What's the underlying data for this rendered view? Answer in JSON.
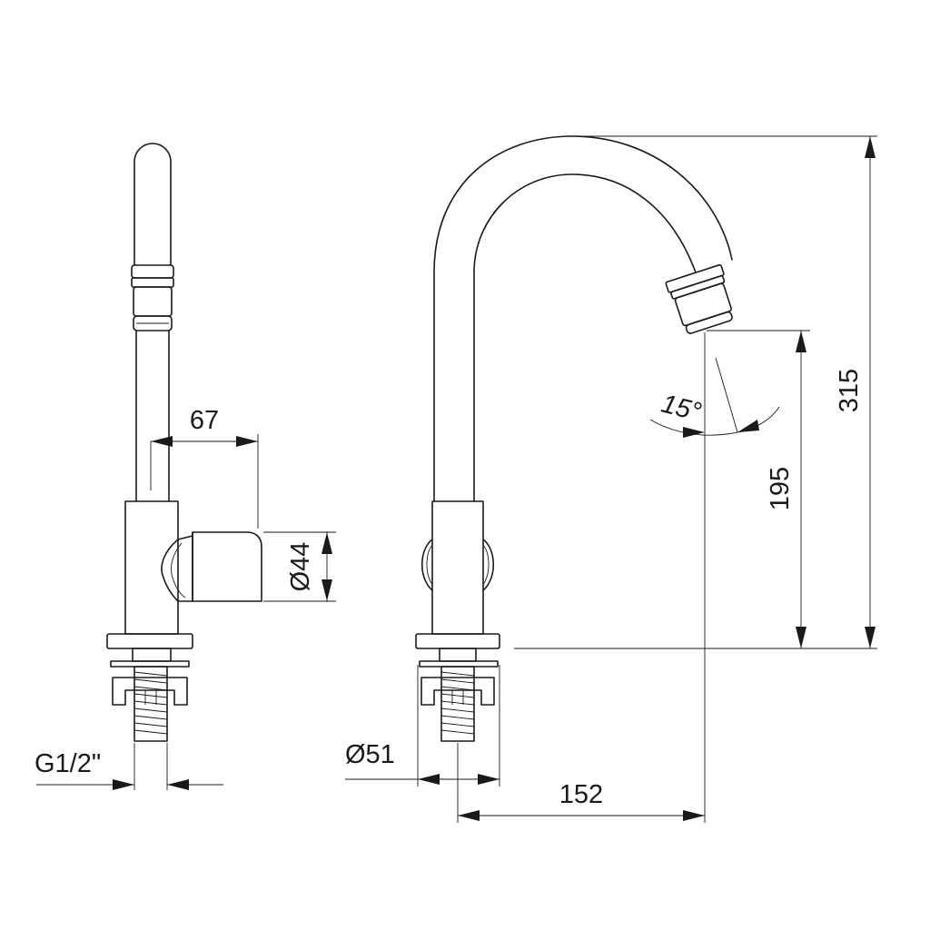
{
  "dimensions": {
    "spout_offset": "67",
    "handle_diameter": "Ø44",
    "thread_size": "G1/2\"",
    "base_diameter": "Ø51",
    "reach": "152",
    "spout_height": "195",
    "total_height": "315",
    "aerator_angle": "15°"
  },
  "colors": {
    "line": "#1a1a1a",
    "background": "#ffffff"
  }
}
